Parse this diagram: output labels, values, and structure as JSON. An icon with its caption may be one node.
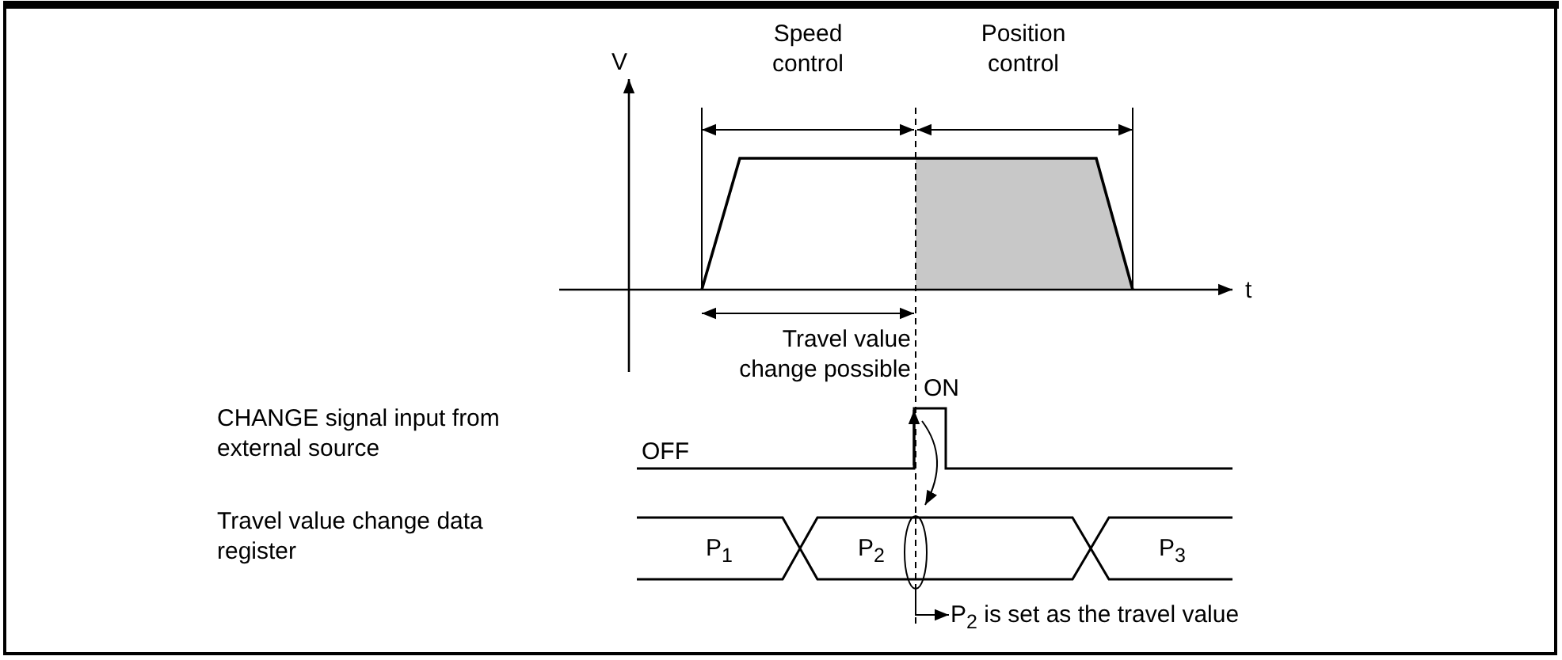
{
  "diagram": {
    "nodes": [
      {
        "text": [],
        "shape": "ellipse"
      },
      {
        "text": [
          "P$_{2}$ is set as the travel value"
        ]
      }
    ],
    "edges": [
      {
        "from": null,
        "to": 0,
        "arrow": "to"
      },
      {
        "from": 0,
        "to": 1,
        "arrow": "to"
      }
    ],
    "labels": [
      "V",
      "Speed control",
      "Position control",
      "t",
      "Travel value change possible",
      "ON",
      "CHANGE signal input from external source",
      "OFF",
      "Travel value change data register",
      "P$_{1}$",
      "P$_{2}$",
      "P$_{3}$"
    ]
  }
}
